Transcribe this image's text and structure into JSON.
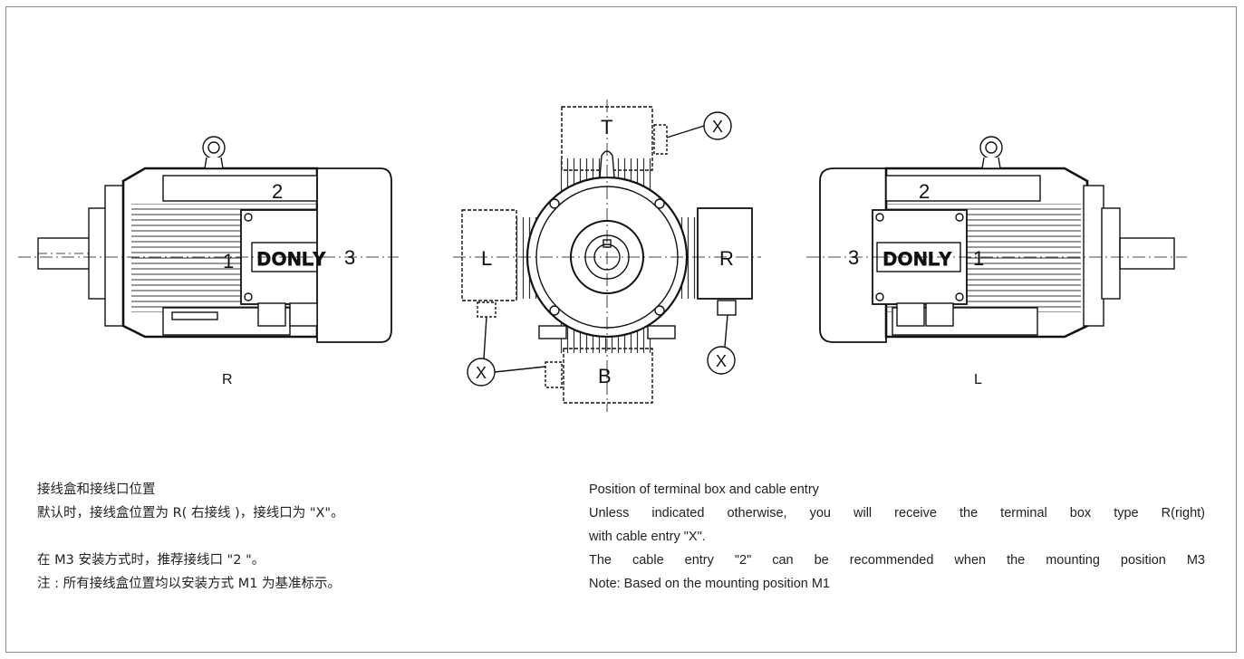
{
  "labels": {
    "left_view": {
      "top": "2",
      "side": "1",
      "end": "3",
      "brand": "DONLY",
      "caption": "R"
    },
    "center_view": {
      "top": "T",
      "left": "L",
      "right": "R",
      "bottom": "B",
      "entry": "X"
    },
    "right_view": {
      "top": "2",
      "side": "1",
      "end": "3",
      "brand": "DONLY",
      "caption": "L"
    }
  },
  "notes_cn": {
    "line1": "接线盒和接线口位置",
    "line2": "默认时，接线盒位置为 R( 右接线 )，接线口为 \"X\"。",
    "line3": "在 M3 安装方式时，推荐接线口 \"2 \"。",
    "line4": "注 : 所有接线盒位置均以安装方式 M1 为基准标示。"
  },
  "notes_en": {
    "line1": "Position of terminal box and cable entry",
    "line2": "Unless indicated otherwise, you will receive the terminal box type R(right)",
    "line3": "with cable entry \"X\".",
    "line4": "The cable entry \"2\" can be recommended when the mounting position M3",
    "line5": "Note: Based on the mounting position M1"
  }
}
